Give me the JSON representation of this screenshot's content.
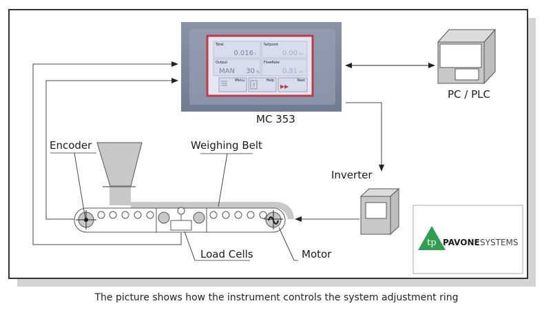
{
  "diagram": {
    "controller": {
      "name": "MC 353",
      "screen": {
        "cells": [
          {
            "label": "Total",
            "value": "0.016",
            "unit": "t"
          },
          {
            "label": "Setpoint",
            "value": "0.00",
            "unit": "t/h"
          },
          {
            "label": "Output",
            "value_left": "MAN",
            "value": "30",
            "unit": "%"
          },
          {
            "label": "FlowRate",
            "value": "0.81",
            "unit": "t/h"
          }
        ],
        "buttons": [
          {
            "label": "Menu",
            "icon": "menu-icon"
          },
          {
            "label": "Help",
            "icon": "help-icon",
            "glyph": "?"
          },
          {
            "label": "Next",
            "icon": "fast-forward-icon",
            "glyph": "▶▶"
          }
        ]
      }
    },
    "labels": {
      "pc_plc": "PC / PLC",
      "inverter": "Inverter",
      "encoder": "Encoder",
      "weighing_belt": "Weighing Belt",
      "load_cells": "Load Cells",
      "motor": "Motor"
    },
    "logo": {
      "brand_bold": "PAVONE",
      "brand_light": "SYSTEMS",
      "mark": "tp",
      "color": "#2e9e4f"
    },
    "colors": {
      "frame": "#333333",
      "shadow": "#d4d4d4",
      "device_fill": "#c8c8c8",
      "panel_bezel": "#8890a8",
      "panel_border": "#c23a4a",
      "screen": "#dfe4f0"
    }
  },
  "caption": "The picture shows how the instrument controls the system adjustment ring"
}
